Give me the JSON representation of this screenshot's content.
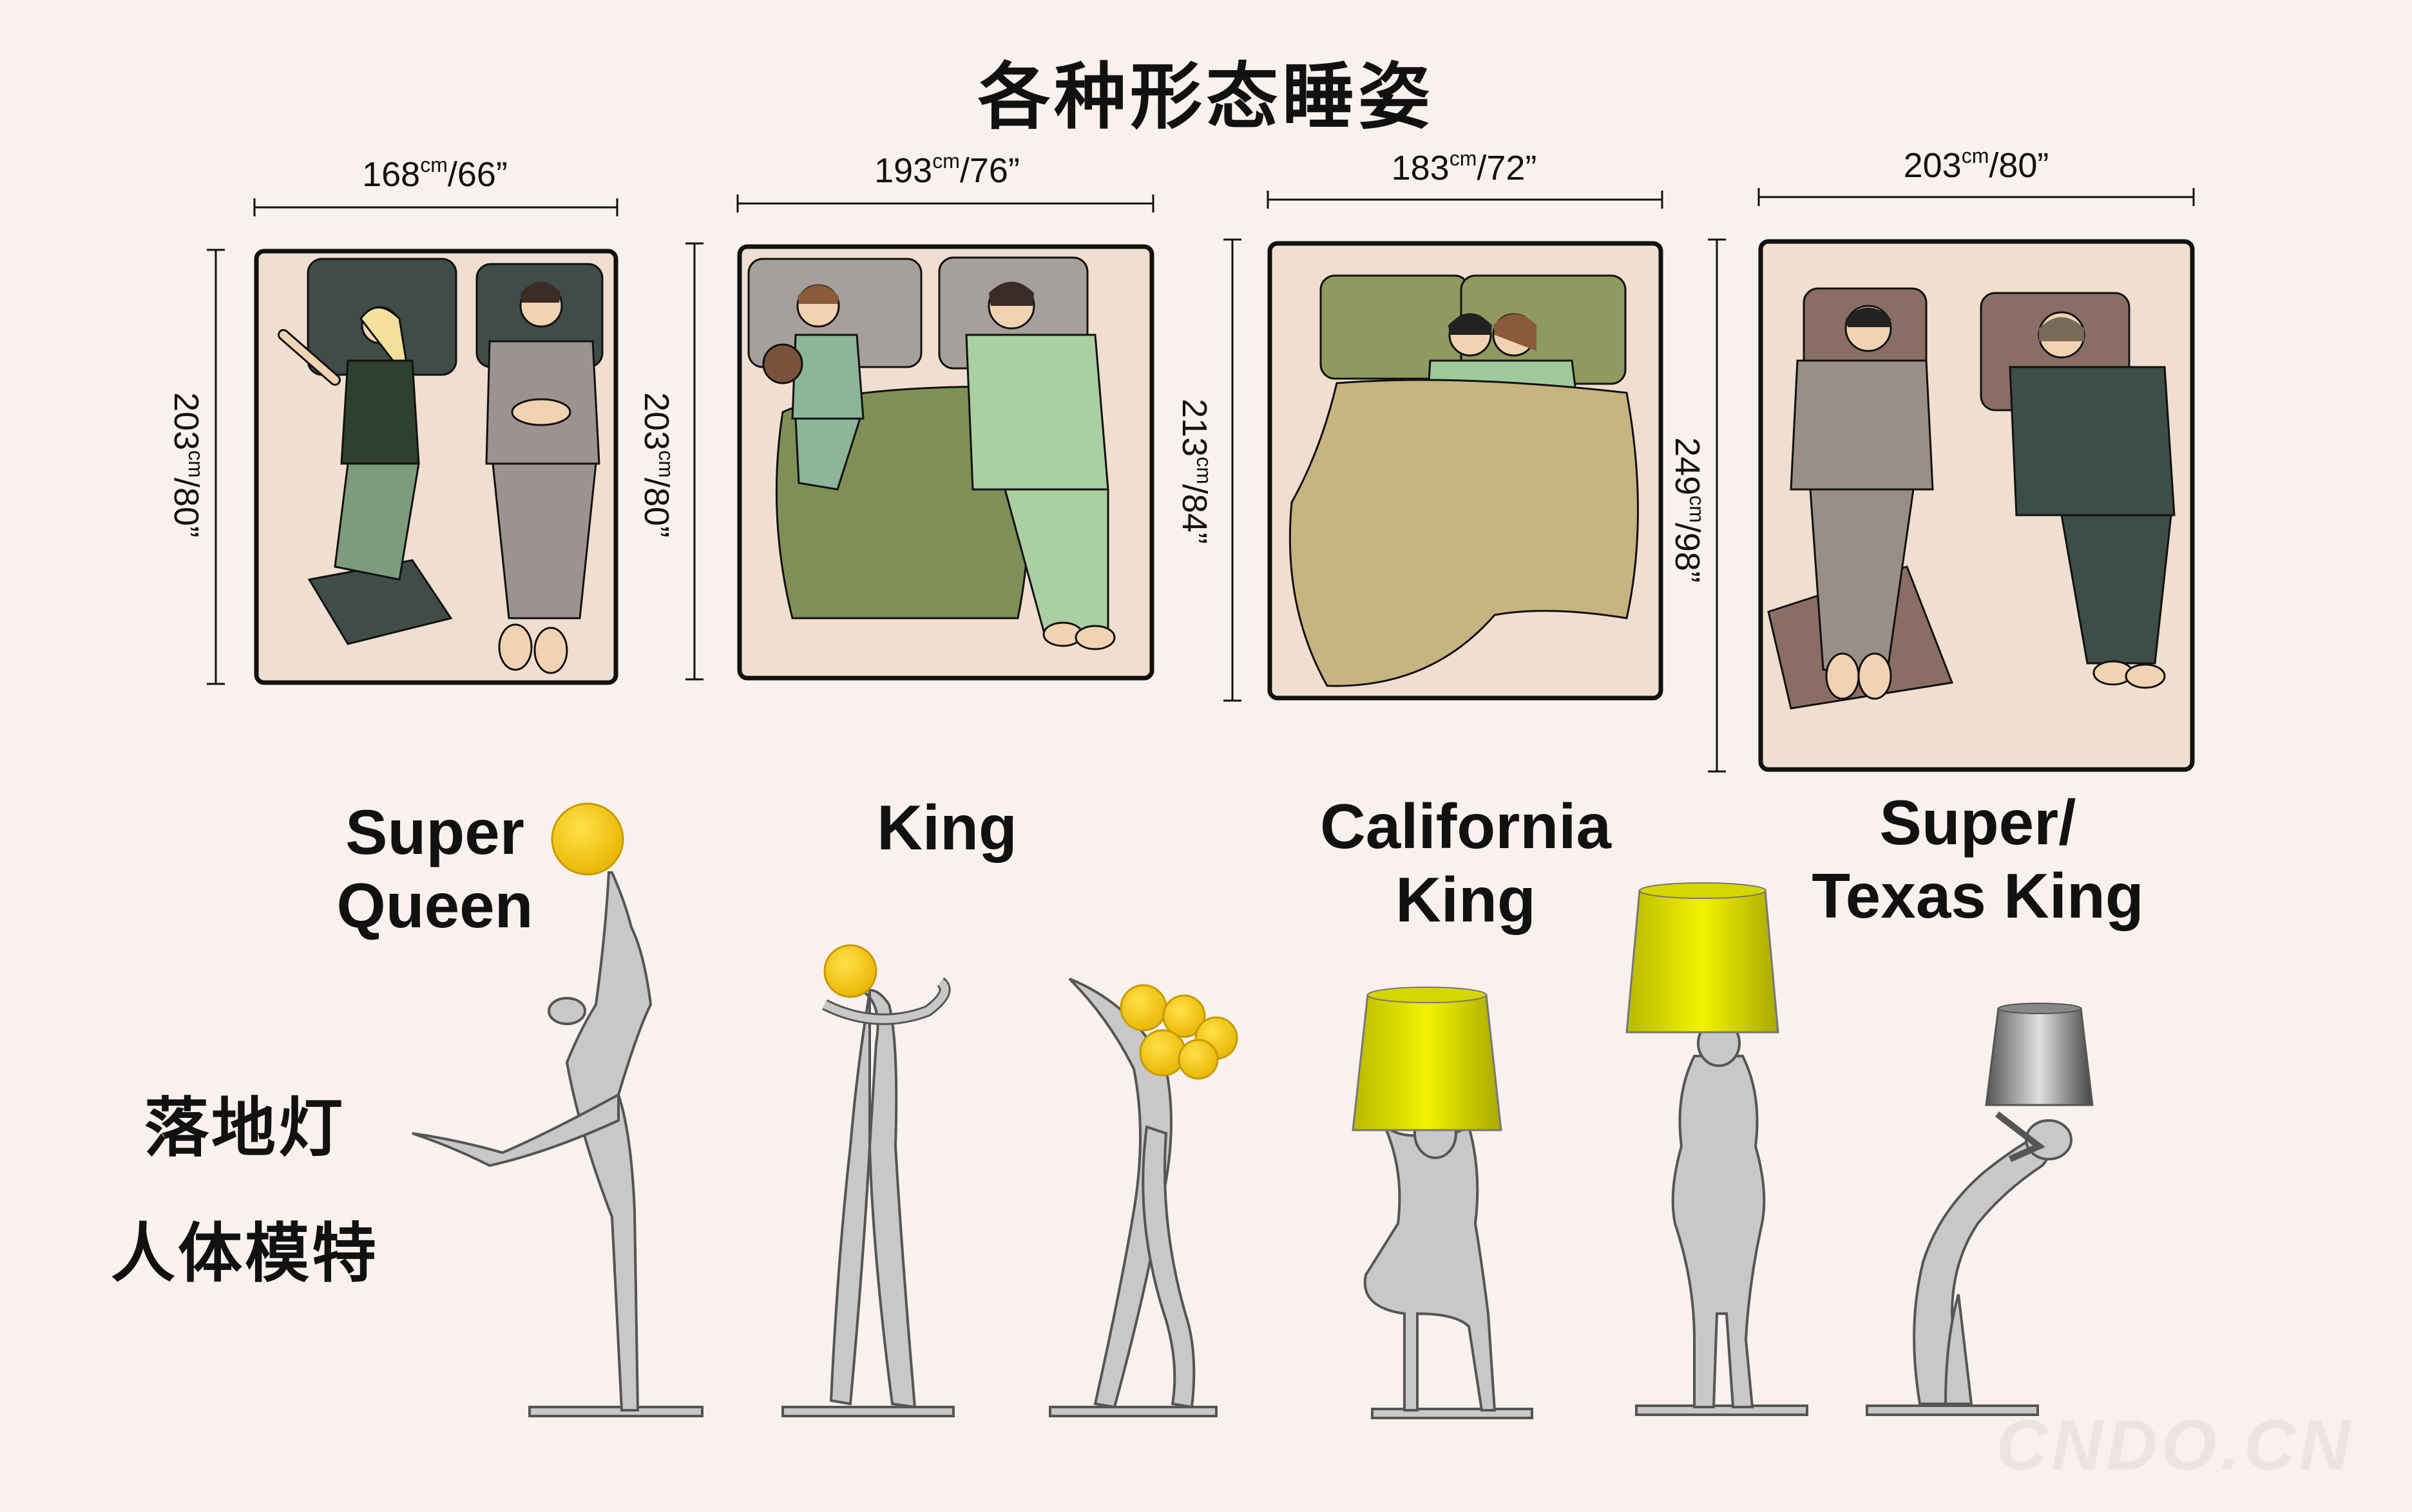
{
  "title": "各种形态睡姿",
  "beds": [
    {
      "label_line1": "Super",
      "label_line2": "Queen",
      "width_cm": "168",
      "width_in": "/66”",
      "length_cm": "203",
      "length_in": "/80”"
    },
    {
      "label_line1": "King",
      "label_line2": "",
      "width_cm": "193",
      "width_in": "/76”",
      "length_cm": "203",
      "length_in": "/80”"
    },
    {
      "label_line1": "California",
      "label_line2": "King",
      "width_cm": "183",
      "width_in": "/72”",
      "length_cm": "213",
      "length_in": "/84”"
    },
    {
      "label_line1": "Super/",
      "label_line2": "Texas King",
      "width_cm": "203",
      "width_in": "/80”",
      "length_cm": "249",
      "length_in": "/98”"
    }
  ],
  "unit_cm": "cm",
  "side_labels": {
    "line1": "落地灯",
    "line2": "人体模特"
  },
  "colors": {
    "background": "#f8f1ed",
    "mattress": "#f0dfd0",
    "lamp_yellow": "#f6c81a",
    "shade_yellow": "#e6e600",
    "figure_gray": "#c8c8c8"
  },
  "watermark": "CNDO.CN"
}
